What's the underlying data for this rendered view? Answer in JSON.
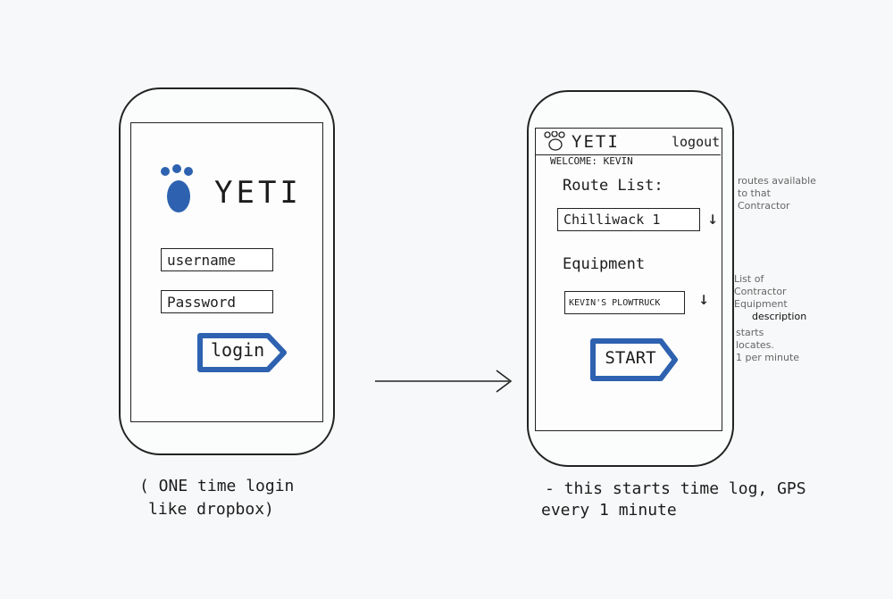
{
  "colors": {
    "accent_blue": "#2e62b0",
    "ink": "#1e1e1e"
  },
  "login_screen": {
    "brand": "YETI",
    "username_placeholder": "username",
    "password_placeholder": "Password",
    "login_label": "login"
  },
  "login_caption": {
    "line1": "( ONE time login",
    "line2": "like dropbox)"
  },
  "main_screen": {
    "brand": "YETI",
    "logout_label": "logout",
    "welcome": "WELCOME:  KEVIN",
    "route_list_label": "Route List:",
    "route_value": "Chilliwack 1",
    "equipment_label": "Equipment",
    "equipment_value": "KEVIN'S PLOWTRUCK",
    "start_label": "START"
  },
  "notes": {
    "routes_note": [
      "routes available",
      "to that",
      "Contractor"
    ],
    "equipment_note": [
      "List of",
      "Contractor",
      "Equipment",
      "description"
    ],
    "start_note": [
      "starts",
      "locates.",
      "1 per minute"
    ]
  },
  "start_caption": {
    "line1": "- this starts time log, GPS",
    "line2": "every   1 minute"
  }
}
